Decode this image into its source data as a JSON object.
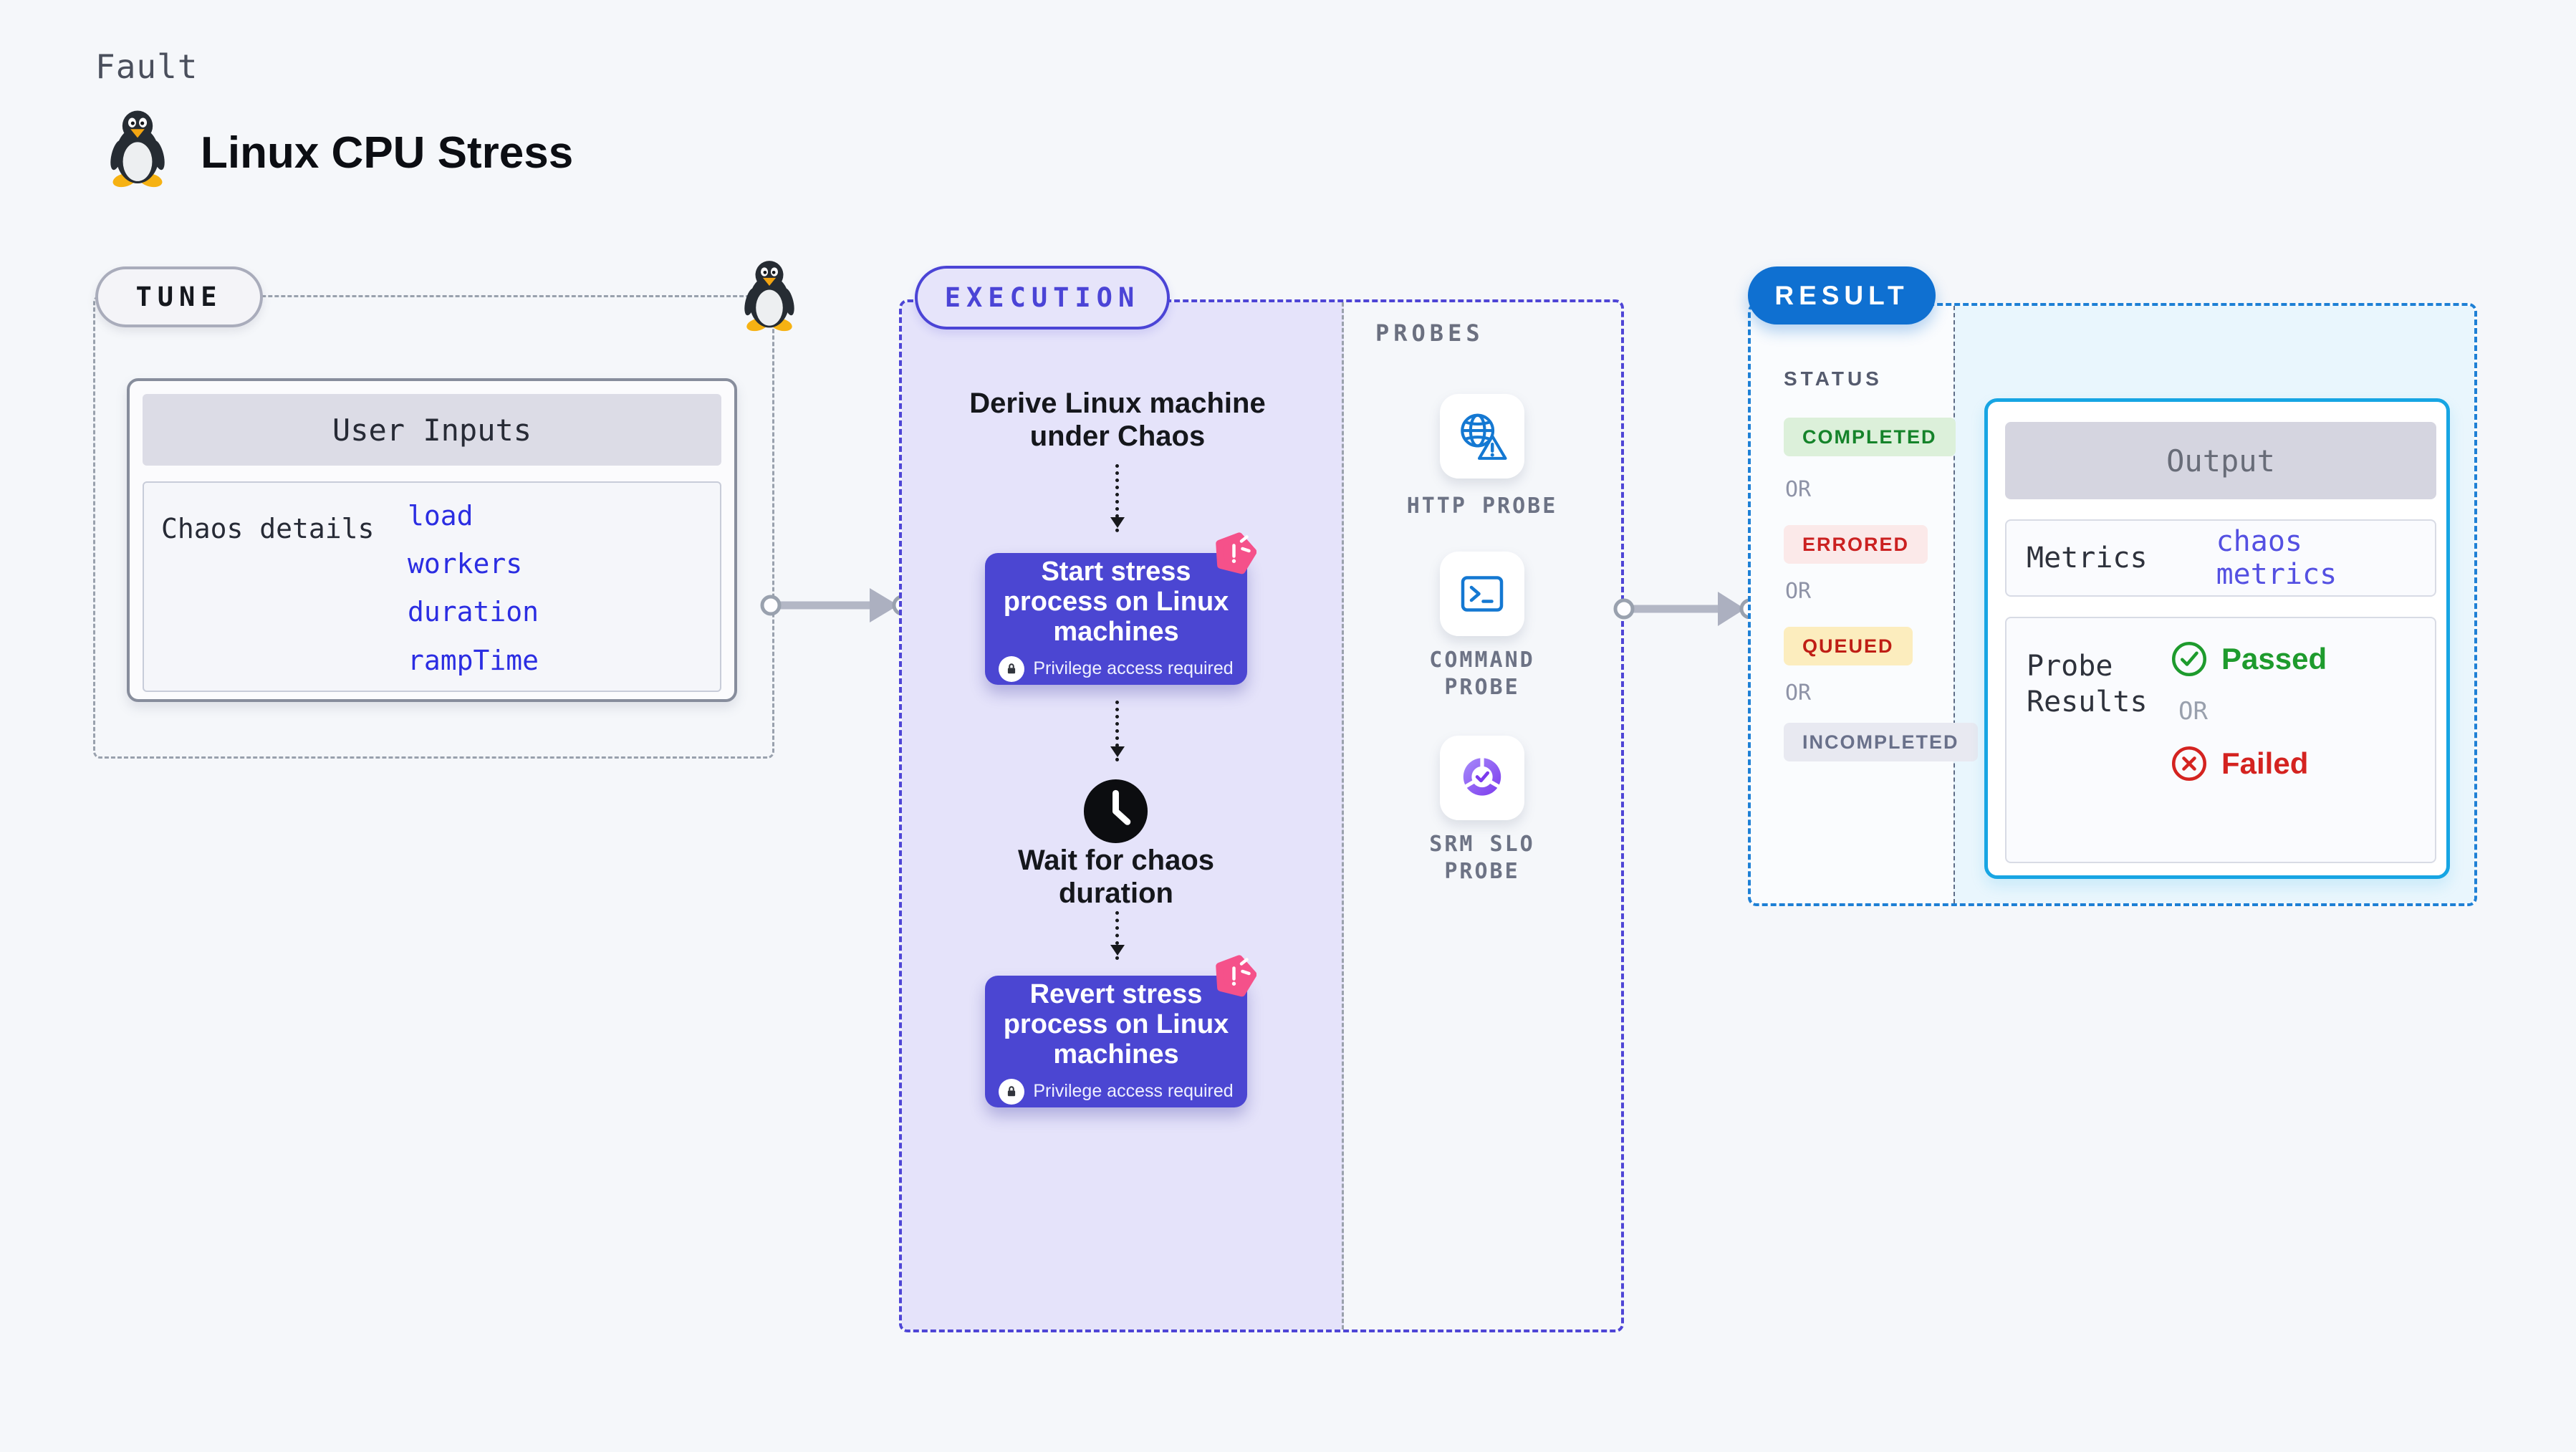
{
  "header": {
    "kicker": "Fault",
    "title": "Linux CPU Stress",
    "logo": "tux-penguin"
  },
  "tune": {
    "badge": "TUNE",
    "card_title": "User Inputs",
    "row_label": "Chaos details",
    "inputs": [
      "load",
      "workers",
      "duration",
      "rampTime"
    ]
  },
  "execution": {
    "badge": "EXECUTION",
    "derive_step": "Derive Linux machine under Chaos",
    "start_action": {
      "title": "Start stress process on Linux machines",
      "note": "Privilege access required"
    },
    "wait_step": "Wait for chaos duration",
    "revert_action": {
      "title": "Revert stress process on Linux machines",
      "note": "Privilege access required"
    }
  },
  "probes": {
    "label": "PROBES",
    "items": [
      {
        "name": "HTTP PROBE",
        "icon": "globe-alert-icon"
      },
      {
        "name": "COMMAND PROBE",
        "icon": "terminal-icon"
      },
      {
        "name": "SRM SLO PROBE",
        "icon": "slo-donut-check-icon"
      }
    ]
  },
  "result": {
    "badge": "RESULT",
    "status_label": "STATUS",
    "or": "OR",
    "statuses": [
      {
        "label": "COMPLETED",
        "fg": "#15832a",
        "bg": "#dcf0da"
      },
      {
        "label": "ERRORED",
        "fg": "#cb2121",
        "bg": "#fbe9e9"
      },
      {
        "label": "QUEUED",
        "fg": "#bf1e15",
        "bg": "#fcedbe"
      },
      {
        "label": "INCOMPLETED",
        "fg": "#69708a",
        "bg": "#e8e9f1"
      }
    ],
    "output": {
      "title": "Output",
      "metrics_label": "Metrics",
      "metrics_value": "chaos metrics",
      "probe_results_label": "Probe Results",
      "passed": "Passed",
      "or": "OR",
      "failed": "Failed"
    }
  },
  "colors": {
    "accent_indigo": "#4b44d6",
    "action_box_purple": "#4b46d2",
    "execution_fill": "#e5e3fa",
    "result_blue": "#0f70d1",
    "result_fill": "#e9f6fd",
    "output_border_cyan": "#17a5e3",
    "probe_icon_blue": "#1478d2",
    "chaos_pink": "#f5518a",
    "link_blue": "#2b2de2",
    "passed_green": "#1e9b2d",
    "failed_red": "#d42320"
  }
}
